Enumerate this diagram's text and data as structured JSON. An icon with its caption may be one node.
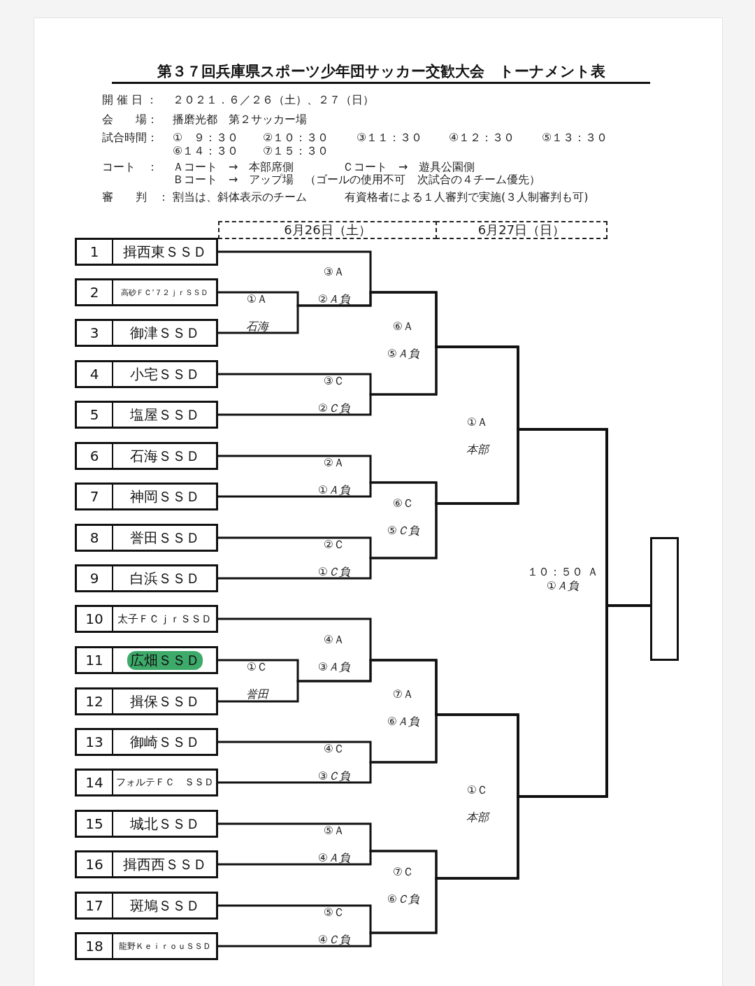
{
  "diagram": {
    "title": "第３７回兵庫県スポーツ少年団サッカー交歓大会　トーナメント表",
    "nodes": [
      {
        "text": [
          "6月26日（土）"
        ]
      },
      {
        "text": [
          "6月27日（日）"
        ]
      },
      {
        "text": [
          "1",
          "揖西東ＳＳＤ"
        ]
      },
      {
        "text": [
          "2",
          "高砂ＦＣ’７２ｊｒＳＳＤ"
        ]
      },
      {
        "text": [
          "3",
          "御津ＳＳＤ"
        ]
      },
      {
        "text": [
          "4",
          "小宅ＳＳＤ"
        ]
      },
      {
        "text": [
          "5",
          "塩屋ＳＳＤ"
        ]
      },
      {
        "text": [
          "6",
          "石海ＳＳＤ"
        ]
      },
      {
        "text": [
          "7",
          "神岡ＳＳＤ"
        ]
      },
      {
        "text": [
          "8",
          "誉田ＳＳＤ"
        ]
      },
      {
        "text": [
          "9",
          "白浜ＳＳＤ"
        ]
      },
      {
        "text": [
          "10",
          "太子ＦＣｊｒＳＳＤ"
        ]
      },
      {
        "text": [
          "11",
          "広畑ＳＳＤ"
        ]
      },
      {
        "text": [
          "12",
          "揖保ＳＳＤ"
        ]
      },
      {
        "text": [
          "13",
          "御崎ＳＳＤ"
        ]
      },
      {
        "text": [
          "14",
          "フォルテＦＣ　ＳＳＤ"
        ]
      },
      {
        "text": [
          "15",
          "城北ＳＳＤ"
        ]
      },
      {
        "text": [
          "16",
          "揖西西ＳＳＤ"
        ]
      },
      {
        "text": [
          "17",
          "斑鳩ＳＳＤ"
        ]
      },
      {
        "text": [
          "18",
          "龍野ＫｅｉｒｏｕＳＳＤ"
        ]
      },
      {
        "text": [],
        "shape": "box"
      }
    ],
    "edges": [
      {
        "from": 2,
        "to": 20,
        "arrow": "none"
      },
      {
        "from": 3,
        "to": 20,
        "arrow": "none"
      },
      {
        "from": 4,
        "to": 20,
        "arrow": "none"
      },
      {
        "from": 5,
        "to": 20,
        "arrow": "none"
      },
      {
        "from": 6,
        "to": 20,
        "arrow": "none"
      },
      {
        "from": 7,
        "to": 20,
        "arrow": "none"
      },
      {
        "from": 8,
        "to": 20,
        "arrow": "none"
      },
      {
        "from": 9,
        "to": 20,
        "arrow": "none"
      },
      {
        "from": 10,
        "to": 20,
        "arrow": "none"
      },
      {
        "from": 11,
        "to": 20,
        "arrow": "none"
      },
      {
        "from": 12,
        "to": 20,
        "arrow": "none"
      },
      {
        "from": 13,
        "to": 20,
        "arrow": "none"
      },
      {
        "from": 14,
        "to": 20,
        "arrow": "none"
      },
      {
        "from": 15,
        "to": 20,
        "arrow": "none"
      },
      {
        "from": 16,
        "to": 20,
        "arrow": "none"
      },
      {
        "from": 17,
        "to": 20,
        "arrow": "none"
      },
      {
        "from": 18,
        "to": 20,
        "arrow": "none"
      },
      {
        "from": 19,
        "to": 20,
        "arrow": "none"
      }
    ],
    "labels": [
      "開 催 日 ：",
      "２０２１．６／２６（土）、２７（日）",
      "会　　場：",
      "播磨光都　第２サッカー場",
      "試合時間：",
      "①　９：３０",
      "②１０：３０",
      "③１１：３０",
      "④１２：３０",
      "⑤１３：３０",
      "⑥１４：３０",
      "⑦１５：３０",
      "コート　：",
      "Ａコート　→　本部席側",
      "Ｃコート　→　遊具公園側",
      "Ｂコート　→　アップ場　（ゴールの使用不可",
      "次試合の４チーム優先）",
      "審　　判　：",
      "割当は、斜体表示のチーム",
      "有資格者による１人審判で実施(３人制審判も可)",
      "③Ａ",
      "①Ａ",
      "②Ａ負",
      "石海",
      "⑥Ａ",
      "⑤Ａ負",
      "③Ｃ",
      "②Ｃ負",
      "①Ａ",
      "本部",
      "②Ａ",
      "①Ａ負",
      "⑥Ｃ",
      "⑤Ｃ負",
      "②Ｃ",
      "①Ｃ負",
      "１０：５０ Ａ",
      "①Ａ負",
      "④Ａ",
      "①Ｃ",
      "③Ａ負",
      "誉田",
      "⑦Ａ",
      "⑥Ａ負",
      "④Ｃ",
      "③Ｃ負",
      "①Ｃ",
      "本部",
      "⑤Ａ",
      "④Ａ負",
      "⑦Ｃ",
      "⑥Ｃ負",
      "⑤Ｃ",
      "④Ｃ負"
    ]
  }
}
